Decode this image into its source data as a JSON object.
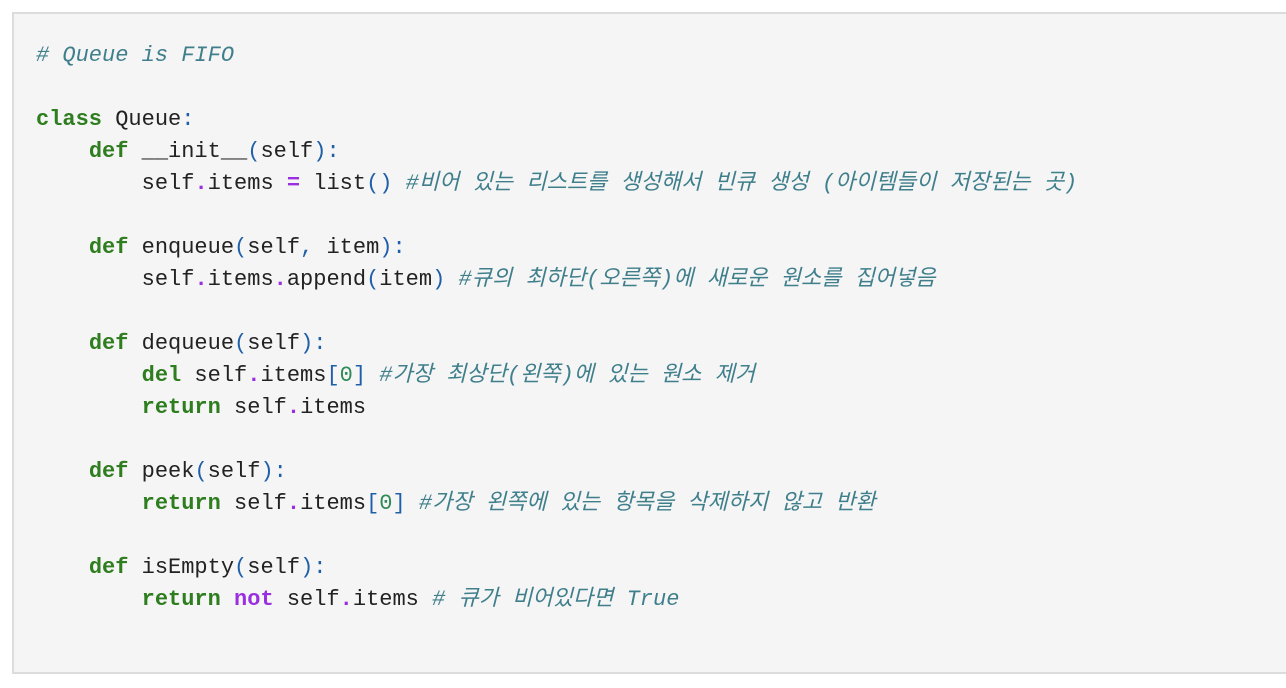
{
  "colors": {
    "background": "#f5f5f5",
    "keyword": "#2e7d1f",
    "keyword_alt": "#9a2fe0",
    "comment": "#3f7f8c",
    "operator": "#9a2fe0",
    "punctuation": "#1f5fa8",
    "number": "#2e8b57",
    "text": "#222222"
  },
  "code": {
    "lines": [
      [
        {
          "t": "# Queue is FIFO",
          "c": "cm"
        }
      ],
      [],
      [
        {
          "t": "class",
          "c": "kw"
        },
        {
          "t": " Queue",
          "c": "tx"
        },
        {
          "t": ":",
          "c": "pn"
        }
      ],
      [
        {
          "t": "    ",
          "c": "tx"
        },
        {
          "t": "def",
          "c": "kw"
        },
        {
          "t": " __init__",
          "c": "tx"
        },
        {
          "t": "(",
          "c": "pn"
        },
        {
          "t": "self",
          "c": "tx"
        },
        {
          "t": "):",
          "c": "pn"
        }
      ],
      [
        {
          "t": "        self",
          "c": "tx"
        },
        {
          "t": ".",
          "c": "op"
        },
        {
          "t": "items ",
          "c": "tx"
        },
        {
          "t": "=",
          "c": "op"
        },
        {
          "t": " list",
          "c": "tx"
        },
        {
          "t": "()",
          "c": "pn"
        },
        {
          "t": " #비어 있는 리스트를 생성해서 빈큐 생성 (아이템들이 저장된는 곳)",
          "c": "cm"
        }
      ],
      [],
      [
        {
          "t": "    ",
          "c": "tx"
        },
        {
          "t": "def",
          "c": "kw"
        },
        {
          "t": " enqueue",
          "c": "tx"
        },
        {
          "t": "(",
          "c": "pn"
        },
        {
          "t": "self",
          "c": "tx"
        },
        {
          "t": ",",
          "c": "pn"
        },
        {
          "t": " item",
          "c": "tx"
        },
        {
          "t": "):",
          "c": "pn"
        }
      ],
      [
        {
          "t": "        self",
          "c": "tx"
        },
        {
          "t": ".",
          "c": "op"
        },
        {
          "t": "items",
          "c": "tx"
        },
        {
          "t": ".",
          "c": "op"
        },
        {
          "t": "append",
          "c": "tx"
        },
        {
          "t": "(",
          "c": "pn"
        },
        {
          "t": "item",
          "c": "tx"
        },
        {
          "t": ")",
          "c": "pn"
        },
        {
          "t": " #큐의 최하단(오른쪽)에 새로운 원소를 집어넣음",
          "c": "cm"
        }
      ],
      [],
      [
        {
          "t": "    ",
          "c": "tx"
        },
        {
          "t": "def",
          "c": "kw"
        },
        {
          "t": " dequeue",
          "c": "tx"
        },
        {
          "t": "(",
          "c": "pn"
        },
        {
          "t": "self",
          "c": "tx"
        },
        {
          "t": "):",
          "c": "pn"
        }
      ],
      [
        {
          "t": "        ",
          "c": "tx"
        },
        {
          "t": "del",
          "c": "kw"
        },
        {
          "t": " self",
          "c": "tx"
        },
        {
          "t": ".",
          "c": "op"
        },
        {
          "t": "items",
          "c": "tx"
        },
        {
          "t": "[",
          "c": "pn"
        },
        {
          "t": "0",
          "c": "nm"
        },
        {
          "t": "]",
          "c": "pn"
        },
        {
          "t": " #가장 최상단(왼쪽)에 있는 원소 제거",
          "c": "cm"
        }
      ],
      [
        {
          "t": "        ",
          "c": "tx"
        },
        {
          "t": "return",
          "c": "kw"
        },
        {
          "t": " self",
          "c": "tx"
        },
        {
          "t": ".",
          "c": "op"
        },
        {
          "t": "items",
          "c": "tx"
        }
      ],
      [],
      [
        {
          "t": "    ",
          "c": "tx"
        },
        {
          "t": "def",
          "c": "kw"
        },
        {
          "t": " peek",
          "c": "tx"
        },
        {
          "t": "(",
          "c": "pn"
        },
        {
          "t": "self",
          "c": "tx"
        },
        {
          "t": "):",
          "c": "pn"
        }
      ],
      [
        {
          "t": "        ",
          "c": "tx"
        },
        {
          "t": "return",
          "c": "kw"
        },
        {
          "t": " self",
          "c": "tx"
        },
        {
          "t": ".",
          "c": "op"
        },
        {
          "t": "items",
          "c": "tx"
        },
        {
          "t": "[",
          "c": "pn"
        },
        {
          "t": "0",
          "c": "nm"
        },
        {
          "t": "]",
          "c": "pn"
        },
        {
          "t": " #가장 왼쪽에 있는 항목을 삭제하지 않고 반환",
          "c": "cm"
        }
      ],
      [],
      [
        {
          "t": "    ",
          "c": "tx"
        },
        {
          "t": "def",
          "c": "kw"
        },
        {
          "t": " isEmpty",
          "c": "tx"
        },
        {
          "t": "(",
          "c": "pn"
        },
        {
          "t": "self",
          "c": "tx"
        },
        {
          "t": "):",
          "c": "pn"
        }
      ],
      [
        {
          "t": "        ",
          "c": "tx"
        },
        {
          "t": "return",
          "c": "kw"
        },
        {
          "t": " ",
          "c": "tx"
        },
        {
          "t": "not",
          "c": "kw2"
        },
        {
          "t": " self",
          "c": "tx"
        },
        {
          "t": ".",
          "c": "op"
        },
        {
          "t": "items",
          "c": "tx"
        },
        {
          "t": " # 큐가 비어있다면 True",
          "c": "cm"
        }
      ]
    ]
  }
}
